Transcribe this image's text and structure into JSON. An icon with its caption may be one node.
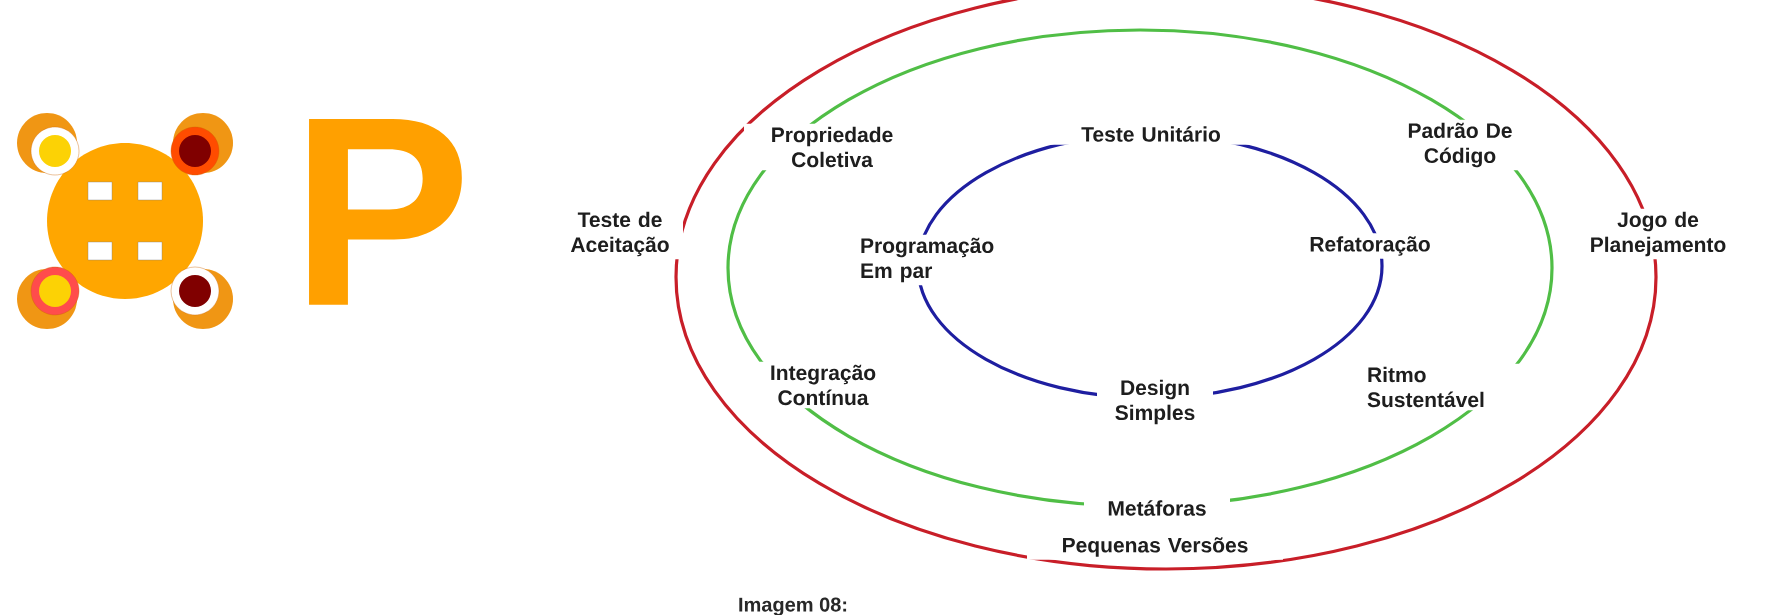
{
  "diagram": {
    "caption": "Imagem 08:",
    "labels": [
      "P",
      "Teste Unitário",
      "Propriedade Coletiva",
      "Padrão De Código",
      "Teste de Aceitação",
      "Jogo de Planejamento",
      "Programação Em par",
      "Refatoração",
      "Integração Contínua",
      "Design Simples",
      "Ritmo Sustentável",
      "Metáforas",
      "Pequenas Versões"
    ]
  }
}
